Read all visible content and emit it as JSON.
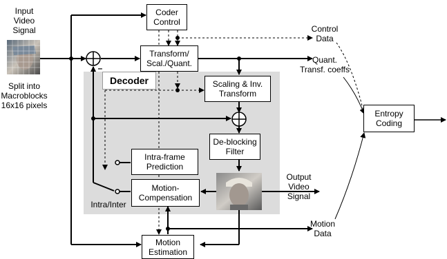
{
  "input": {
    "label": "Input\nVideo\nSignal",
    "split_note": "Split into\nMacroblocks\n16x16 pixels"
  },
  "blocks": {
    "coder_control": "Coder\nControl",
    "transform": "Transform/\nScal./Quant.",
    "scaling_inv": "Scaling & Inv.\nTransform",
    "deblocking": "De-blocking\nFilter",
    "intra_prediction": "Intra-frame\nPrediction",
    "motion_compensation": "Motion-\nCompensation",
    "motion_estimation": "Motion\nEstimation",
    "entropy_coding": "Entropy\nCoding"
  },
  "decoder_title": "Decoder",
  "labels": {
    "control_data": "Control\nData",
    "quant_coeffs": "Quant.\nTransf. coeffs",
    "output_video": "Output\nVideo\nSignal",
    "motion_data": "Motion\nData",
    "intra_inter": "Intra/Inter",
    "minus_sign": "–"
  },
  "colors": {
    "decoder_panel": "#dcdcdc",
    "line": "#000000"
  }
}
